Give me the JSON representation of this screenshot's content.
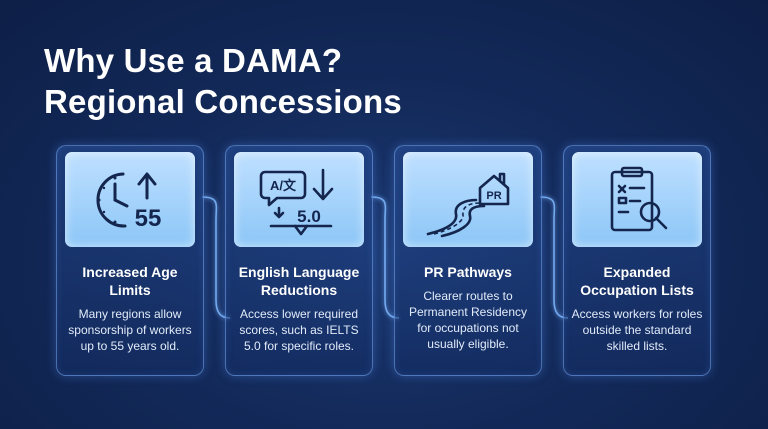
{
  "title": {
    "line1": "Why Use a DAMA?",
    "line2": "Regional Concessions"
  },
  "cards": [
    {
      "title": "Increased Age Limits",
      "desc": "Many regions allow sponsorship of workers up to 55 years old.",
      "icon": "clock-age-up-icon",
      "icon_text": "55"
    },
    {
      "title": "English Language Reductions",
      "desc": "Access lower required scores, such as IELTS 5.0 for specific roles.",
      "icon": "language-score-down-icon",
      "icon_text": "5.0",
      "icon_bubble_text": "A/文"
    },
    {
      "title": "PR Pathways",
      "desc": "Clearer routes to Permanent Residency for occupations not usually eligible.",
      "icon": "road-to-pr-house-icon",
      "icon_text": "PR"
    },
    {
      "title": "Expanded Occupation Lists",
      "desc": "Access workers for roles outside the standard skilled lists.",
      "icon": "clipboard-search-icon"
    }
  ],
  "colors": {
    "background": "#132a5a",
    "icon_stroke": "#14264d",
    "text": "#ffffff"
  }
}
